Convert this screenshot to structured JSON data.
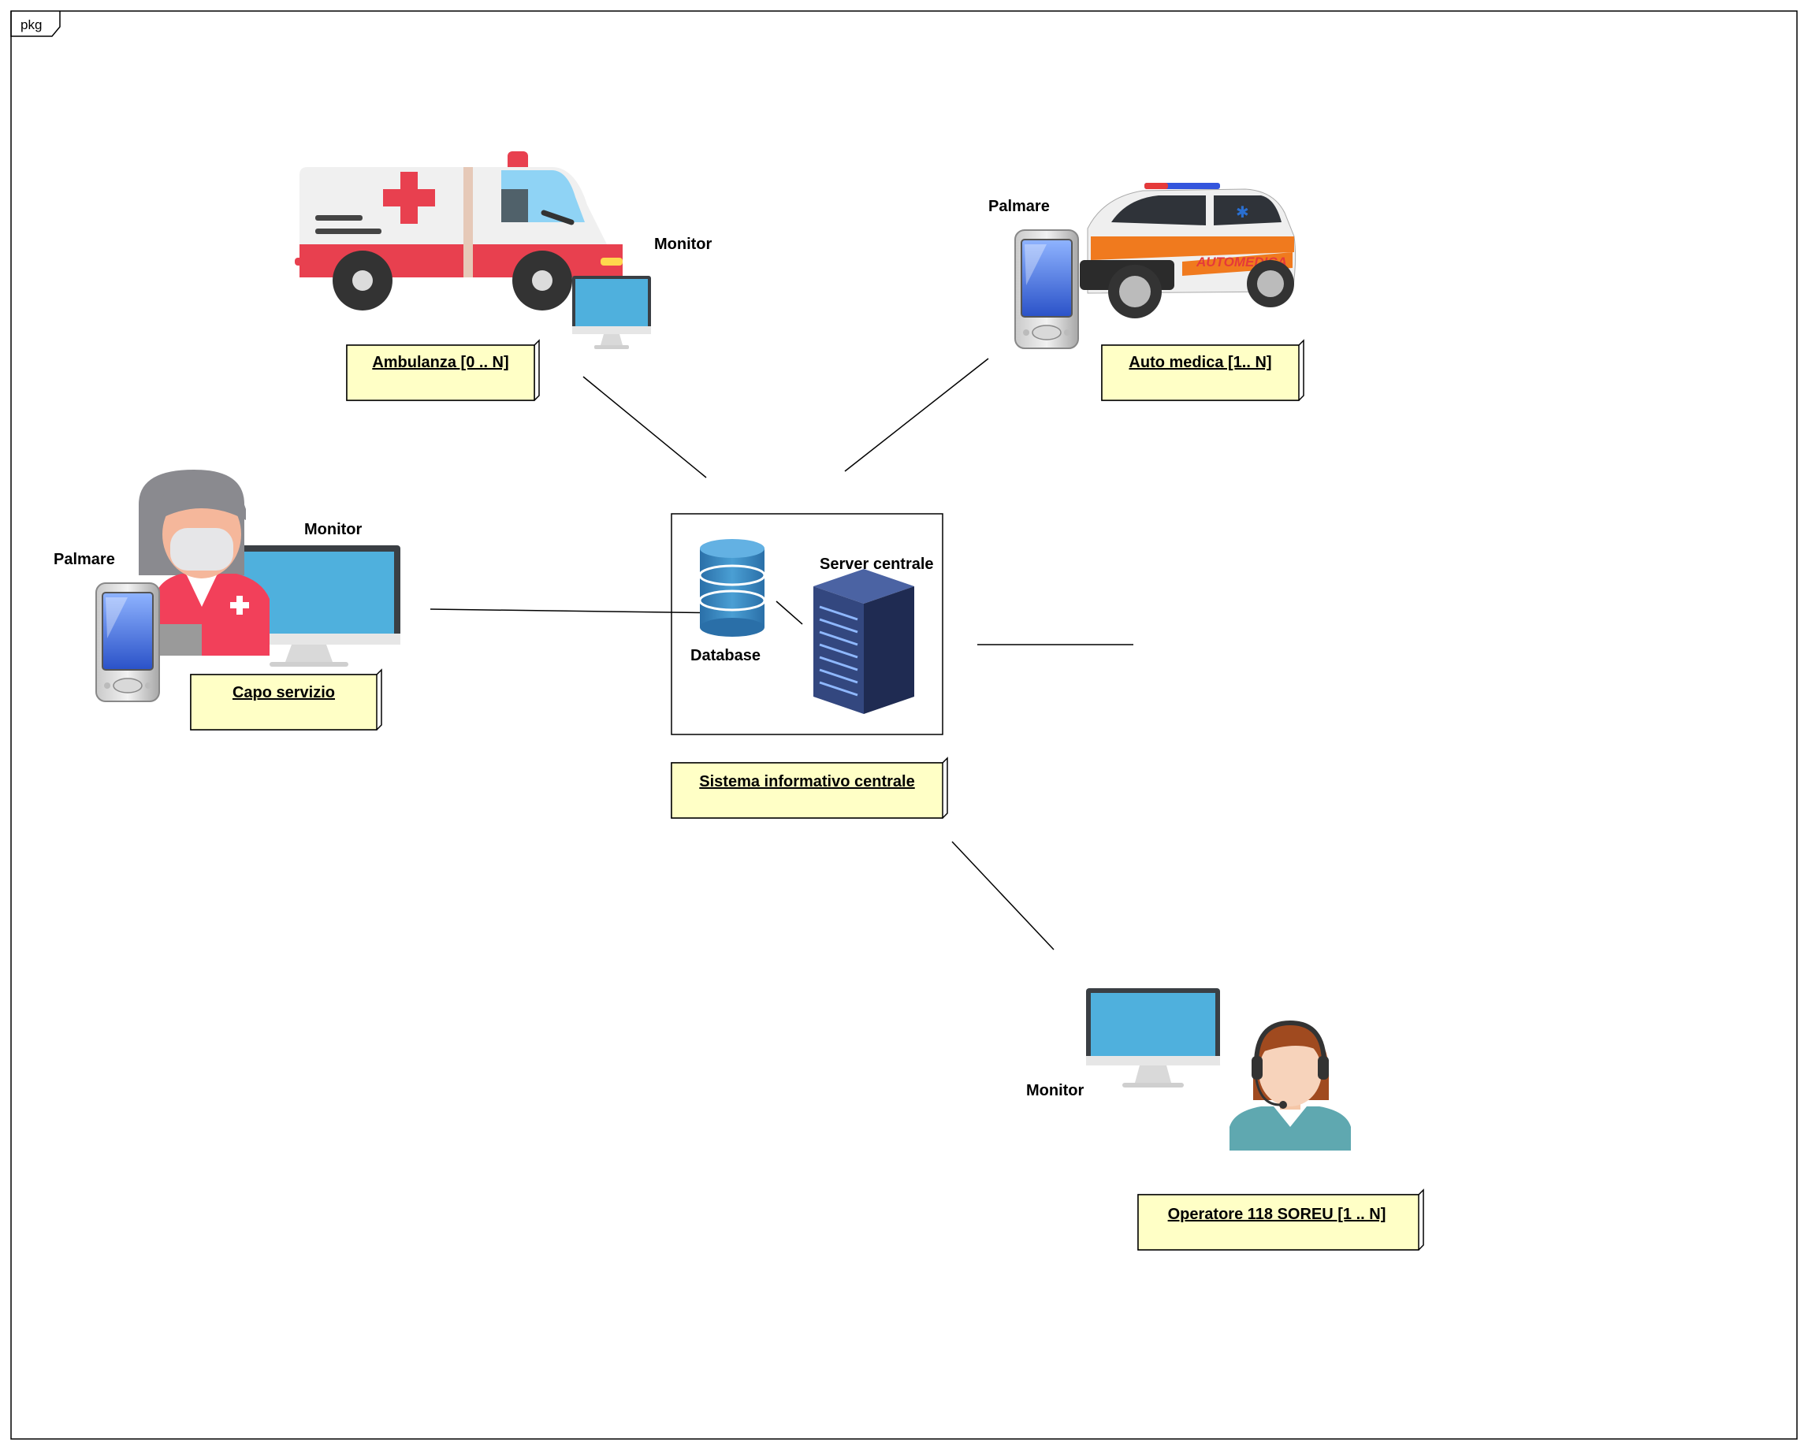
{
  "frame": {
    "tag": "pkg"
  },
  "nodes": {
    "ambulanza": {
      "name": "Ambulanza [0 .. N]",
      "monitor_label": "Monitor",
      "icon": "ambulance-icon"
    },
    "automedica": {
      "name": "Auto medica [1.. N]",
      "palmare_label": "Palmare",
      "car_text": "AUTOMEDICA",
      "icon": "medical-car-icon"
    },
    "capo": {
      "name": "Capo servizio",
      "palmare_label": "Palmare",
      "monitor_label": "Monitor",
      "icon": "paramedic-icon"
    },
    "sistema": {
      "name": "Sistema informativo centrale",
      "database_label": "Database",
      "server_label": "Server centrale"
    },
    "operatore": {
      "name": "Operatore 118 SOREU  [1 .. N]",
      "monitor_label": "Monitor",
      "icon": "operator-headset-icon"
    }
  },
  "colors": {
    "node_fill": "#ffffc6",
    "node_border": "#000000",
    "monitor_screen": "#4fb0dd",
    "server": "#2a3d6e",
    "database": "#3a8cc4"
  }
}
